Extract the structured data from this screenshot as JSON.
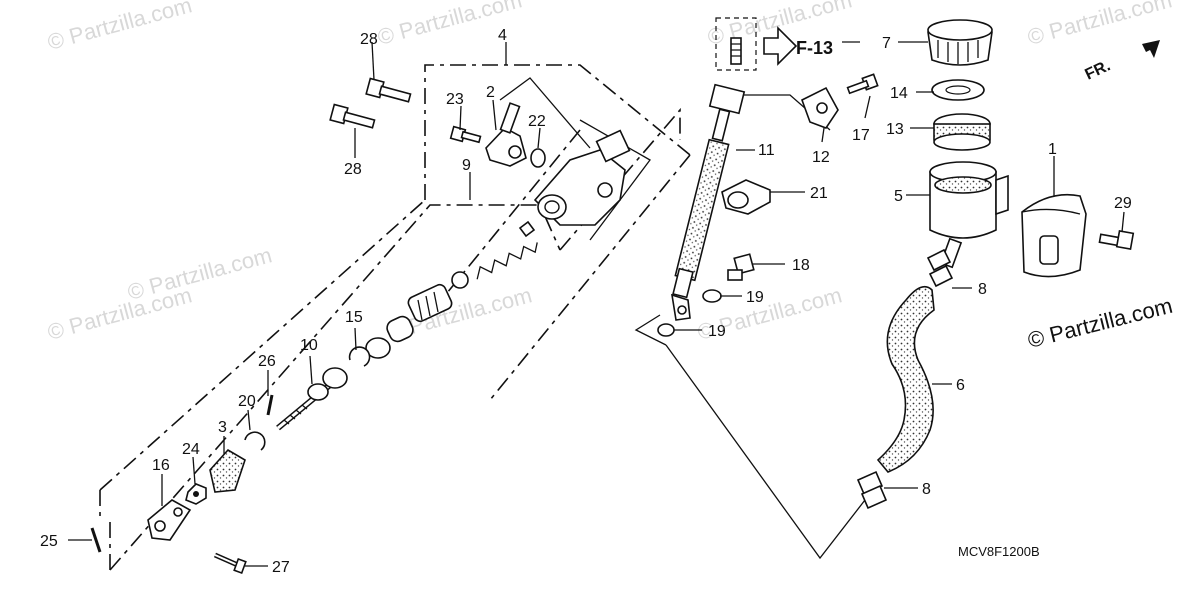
{
  "labels": {
    "p1": "1",
    "p2": "2",
    "p3": "3",
    "p4": "4",
    "p5": "5",
    "p6": "6",
    "p7": "7",
    "p8a": "8",
    "p8b": "8",
    "p9": "9",
    "p10": "10",
    "p11": "11",
    "p12": "12",
    "p13": "13",
    "p14": "14",
    "p15": "15",
    "p16": "16",
    "p17": "17",
    "p18": "18",
    "p19a": "19",
    "p19b": "19",
    "p20": "20",
    "p21": "21",
    "p22": "22",
    "p23": "23",
    "p24": "24",
    "p25": "25",
    "p26": "26",
    "p27": "27",
    "p28a": "28",
    "p28b": "28",
    "p29": "29"
  },
  "ref_label": "F-13",
  "fr_label": "FR.",
  "diagram_code": "MCV8F1200B",
  "copyright": "© Partzilla.com",
  "watermark": "© Partzilla.com"
}
